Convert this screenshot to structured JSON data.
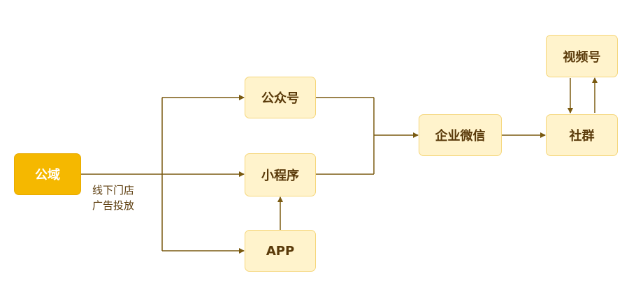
{
  "nodes": {
    "public_domain": "公域",
    "official_account": "公众号",
    "mini_program": "小程序",
    "app": "APP",
    "wecom": "企业微信",
    "community": "社群",
    "channels": "视频号"
  },
  "annotation": {
    "line1": "线下门店",
    "line2": "广告投放"
  },
  "colors": {
    "primary_node_fill": "#f5b800",
    "node_fill": "#fff3cc",
    "node_border": "#f5d67a",
    "arrow": "#7a5a10",
    "text": "#5a3a0a"
  }
}
